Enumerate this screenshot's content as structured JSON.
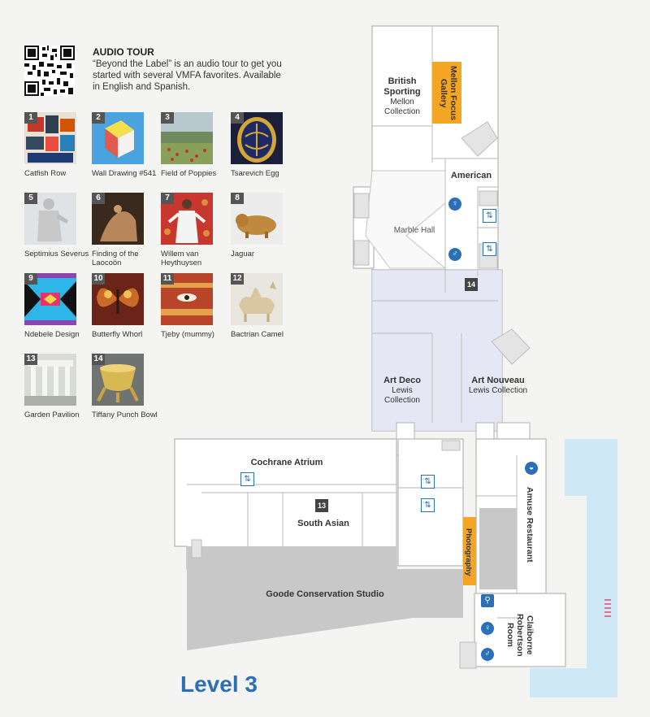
{
  "audio_tour": {
    "title": "AUDIO TOUR",
    "description": "“Beyond the Label” is an audio tour to get you started with several VMFA favorites. Available in English and Spanish."
  },
  "favorites": [
    {
      "num": "1",
      "caption": "Catfish Row"
    },
    {
      "num": "2",
      "caption": "Wall Drawing #541"
    },
    {
      "num": "3",
      "caption": "Field of Poppies"
    },
    {
      "num": "4",
      "caption": "Tsarevich Egg"
    },
    {
      "num": "5",
      "caption": "Septimius Severus"
    },
    {
      "num": "6",
      "caption": "Finding of the Laocoön"
    },
    {
      "num": "7",
      "caption": "Willem van Heythuysen"
    },
    {
      "num": "8",
      "caption": "Jaguar"
    },
    {
      "num": "9",
      "caption": "Ndebele Design"
    },
    {
      "num": "10",
      "caption": "Butterfly Whorl"
    },
    {
      "num": "11",
      "caption": "Tjeby (mummy)"
    },
    {
      "num": "12",
      "caption": "Bactrian Camel"
    },
    {
      "num": "13",
      "caption": "Garden Pavilion"
    },
    {
      "num": "14",
      "caption": "Tiffany Punch Bowl"
    }
  ],
  "map": {
    "level_label": "Level 3",
    "rooms": {
      "british_sporting": "British Sporting",
      "mellon_collection": "Mellon Collection",
      "mellon_focus": "Mellon Focus Gallery",
      "american": "American",
      "marble_hall": "Marble Hall",
      "art_deco": "Art Deco",
      "art_deco_sub": "Lewis Collection",
      "art_nouveau": "Art Nouveau",
      "art_nouveau_sub": "Lewis Collection",
      "cochrane_atrium": "Cochrane Atrium",
      "south_asian": "South Asian",
      "goode_studio": "Goode Conservation Studio",
      "photography": "Photography",
      "amuse": "Amuse Restaurant",
      "claiborne": "Claiborne Robertson Room"
    },
    "stops": {
      "s14": "14",
      "s13": "13"
    }
  },
  "colors": {
    "accent_orange": "#f2a623",
    "level_blue": "#2b6fb5",
    "water_blue": "#cfe8f6",
    "highlight_lilac": "#dcdff2"
  }
}
